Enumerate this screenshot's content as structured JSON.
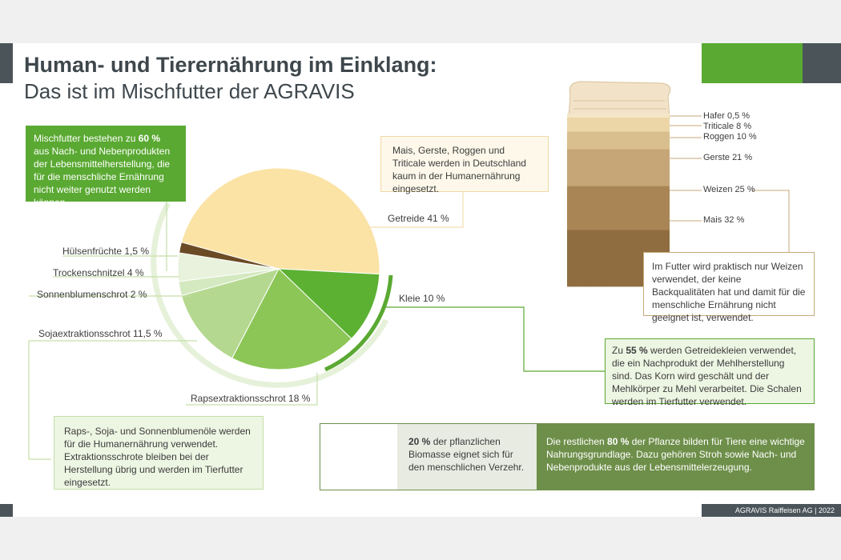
{
  "header": {
    "title": "Human- und Tierernährung im Einklang:",
    "subtitle": "Das ist im Mischfutter der AGRAVIS"
  },
  "intro_box": {
    "pre": "Mischfutter bestehen zu ",
    "bold": "60 %",
    "post": " aus Nach- und Nebenprodukten der Lebensmittelherstellung, die für die menschliche Ernährung nicht weiter genutzt werden können."
  },
  "getreide_note": "Mais, Gerste, Roggen und Triticale werden in Deutschland kaum in der Humanernährung eingesetzt.",
  "weizen_note": "Im Futter wird praktisch nur Weizen verwendet, der keine Backqualitäten hat und damit für die menschliche Ernährung nicht geeignet ist, verwendet.",
  "kleie_note": {
    "pre": "Zu ",
    "bold": "55 %",
    "post": " werden Getreidekleien verwendet, die ein Nachprodukt der Mehlherstellung sind. Das Korn wird geschält und der Mehlkörper zu Mehl verarbeitet. Die Schalen werden im Tierfutter verwendet."
  },
  "oil_note": "Raps-, Soja- und Sonnenblumenöle werden für die Humanernährung verwendet. Extraktionsschrote bleiben bei der Herstellung übrig und werden im Tierfutter eingesetzt.",
  "biomass": {
    "left_bold": "20 %",
    "left_text": " der pflanzlichen Biomasse eignet sich für den menschlichen Verzehr.",
    "right_pre": "Die restlichen ",
    "right_bold": "80 %",
    "right_post": " der Pflanze bilden für Tiere eine wichtige Nahrungsgrundlage. Dazu gehören Stroh sowie Nach- und Nebenprodukte aus der Lebensmittelerzeugung."
  },
  "footer": "AGRAVIS Raiffeisen AG | 2022",
  "colors": {
    "green": "#5aa932",
    "dark_green": "#6e8f4a",
    "slate": "#4a5459",
    "cream": "#fbe3a6"
  },
  "chart_data": [
    {
      "type": "pie",
      "slices": [
        {
          "label": "Getreide 41 %",
          "value": 41,
          "color": "#fbe3a6"
        },
        {
          "label": "Kleie 10 %",
          "value": 10,
          "color": "#5cb132"
        },
        {
          "label": "Rapsextraktionsschrot 18 %",
          "value": 18,
          "color": "#8cc656"
        },
        {
          "label": "Sojaextraktionsschrot 11,5 %",
          "value": 11.5,
          "color": "#b5d890"
        },
        {
          "label": "Sonnenblumenschrot 2 %",
          "value": 2,
          "color": "#d4e9c0"
        },
        {
          "label": "Trockenschnitzel 4 %",
          "value": 4,
          "color": "#e8f2dc"
        },
        {
          "label": "Hülsenfrüchte 1,5 %",
          "value": 1.5,
          "color": "#6b4b26"
        }
      ]
    },
    {
      "type": "bar",
      "stacked": true,
      "series": [
        {
          "label": "Hafer 0,5 %",
          "value": 0.5,
          "color": "#f4e6c6"
        },
        {
          "label": "Triticale 8 %",
          "value": 8,
          "color": "#ecd6a8"
        },
        {
          "label": "Roggen 10 %",
          "value": 10,
          "color": "#d9bf8e"
        },
        {
          "label": "Gerste 21 %",
          "value": 21,
          "color": "#c6a677"
        },
        {
          "label": "Weizen 25 %",
          "value": 25,
          "color": "#a98555"
        },
        {
          "label": "Mais 32 %",
          "value": 32,
          "color": "#8f6d40"
        }
      ]
    }
  ]
}
